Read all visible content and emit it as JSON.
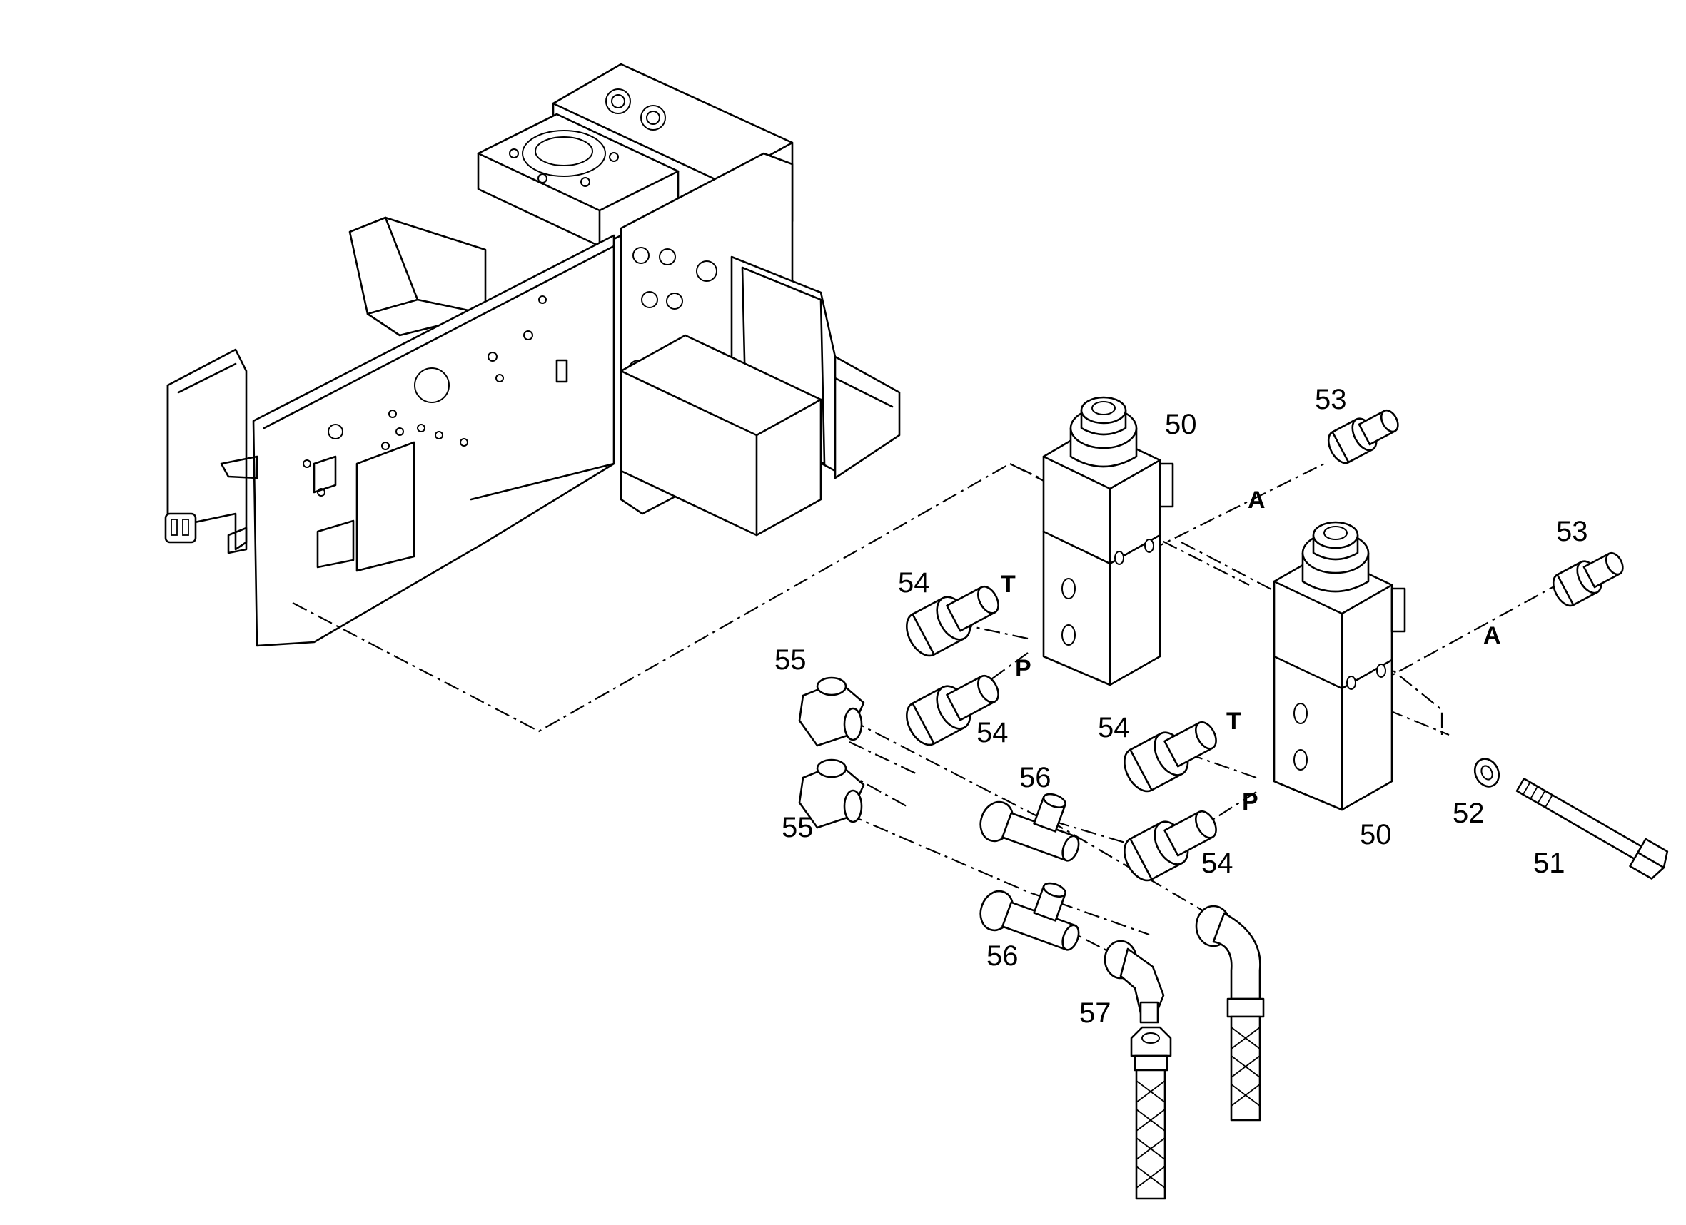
{
  "callouts": {
    "valve_upper": "50",
    "valve_lower": "50",
    "bolt": "51",
    "washer": "52",
    "plug_upper": "53",
    "plug_lower": "53",
    "fitting_upper_t": "54",
    "fitting_upper_p": "54",
    "fitting_lower_t": "54",
    "fitting_lower_p": "54",
    "elbow_upper": "55",
    "elbow_lower": "55",
    "tee_upper": "56",
    "tee_lower": "56",
    "elbow_57": "57"
  },
  "ports": {
    "upper_a": "A",
    "upper_t": "T",
    "upper_p": "P",
    "lower_a": "A",
    "lower_t": "T",
    "lower_p": "P"
  }
}
